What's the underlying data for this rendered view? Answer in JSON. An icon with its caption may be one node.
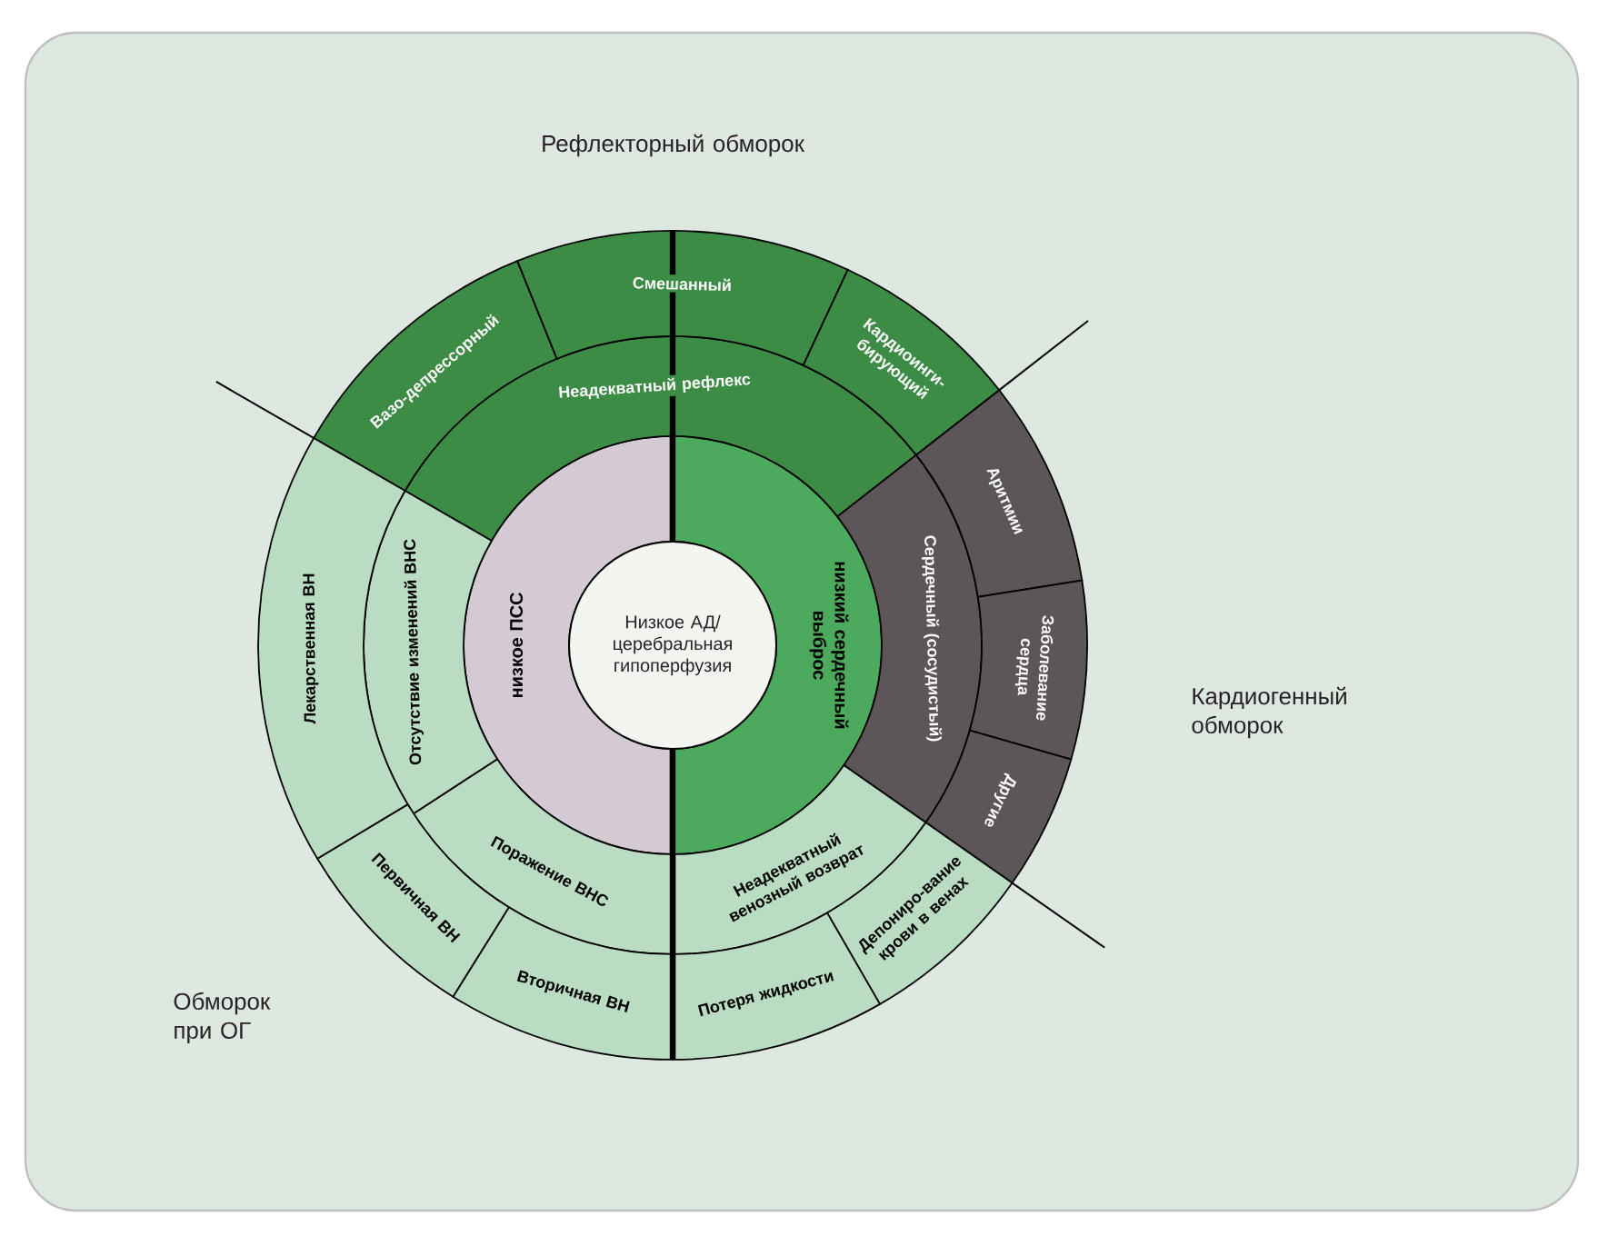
{
  "diagram": {
    "nodes": [
      {
        "text": [
          "Низкое АД/ церебральная гипоперфузия"
        ]
      },
      {
        "text": [
          "низкое ПСС"
        ]
      },
      {
        "text": [
          "низкий сердечный выброс"
        ]
      },
      {
        "text": [
          "Неадекватный рефлекс"
        ]
      },
      {
        "text": [
          "Сердечный (сосудистый)"
        ]
      },
      {
        "text": [
          "Неадекватный венозный возврат"
        ]
      },
      {
        "text": [
          "Поражение ВНС"
        ]
      },
      {
        "text": [
          "Отсутствие изменений ВНС"
        ]
      },
      {
        "text": [
          "Вазо-депрессорный"
        ]
      },
      {
        "text": [
          "Смешанный"
        ]
      },
      {
        "text": [
          "Кардиоинги-бирующий"
        ]
      },
      {
        "text": [
          "Аритмии"
        ]
      },
      {
        "text": [
          "Заболевание сердца"
        ]
      },
      {
        "text": [
          "Другие"
        ]
      },
      {
        "text": [
          "Депониро-вание крови в венах"
        ]
      },
      {
        "text": [
          "Потеря жидкости"
        ]
      },
      {
        "text": [
          "Вторичная ВН"
        ]
      },
      {
        "text": [
          "Первичная ВН"
        ]
      },
      {
        "text": [
          "Лекарственная ВН"
        ]
      }
    ],
    "labels": [
      "Рефлекторный обморок",
      "Кардиогенный обморок",
      "Обморок при ОГ"
    ]
  }
}
